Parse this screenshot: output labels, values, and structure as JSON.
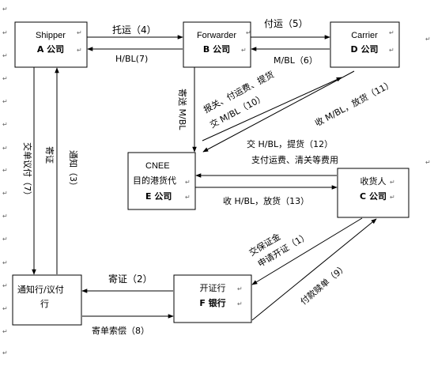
{
  "nodes": {
    "shipper": {
      "title": "Shipper",
      "sub": "A 公司"
    },
    "forwarder": {
      "title": "Forwarder",
      "sub": "B 公司"
    },
    "carrier": {
      "title": "Carrier",
      "sub": "D 公司"
    },
    "cnee": {
      "title": "CNEE",
      "line2": "目的港货代",
      "sub": "E 公司"
    },
    "consignee": {
      "title": "收货人",
      "sub": "C 公司"
    },
    "advising": {
      "line1": "通知行/议付",
      "line2": "行"
    },
    "issuing": {
      "title": "开证行",
      "sub": "F 银行"
    }
  },
  "edges": {
    "tuoyun": "托运（4）",
    "hbl7": "H/BL(7)",
    "fuyun": "付运（5）",
    "mbl6": "M/BL（6）",
    "jiaodan": "交单议付（7）",
    "jizheng_v": "寄证",
    "tongzhi": "通知（3）",
    "jisong_mbl": "寄送 M/BL",
    "baoguan_1": "报关、付运费、提货",
    "baoguan_2": "交 M/BL（10）",
    "shou_mbl": "收 M/BL，放货（11）",
    "jiao_hbl": "交 H/BL，提货（12）",
    "zhifu": "支付运费、清关等费用",
    "shou_hbl": "收 H/BL，放货（13）",
    "kaizheng_1": "交保证金",
    "kaizheng_2": "申请开证（1）",
    "fukuan": "付款赎单（9）",
    "jizheng_h": "寄证（2）",
    "jidan": "寄单索偿（8）"
  },
  "colors": {
    "line": "#000000",
    "box_border": "#000000",
    "mark": "#666666"
  }
}
